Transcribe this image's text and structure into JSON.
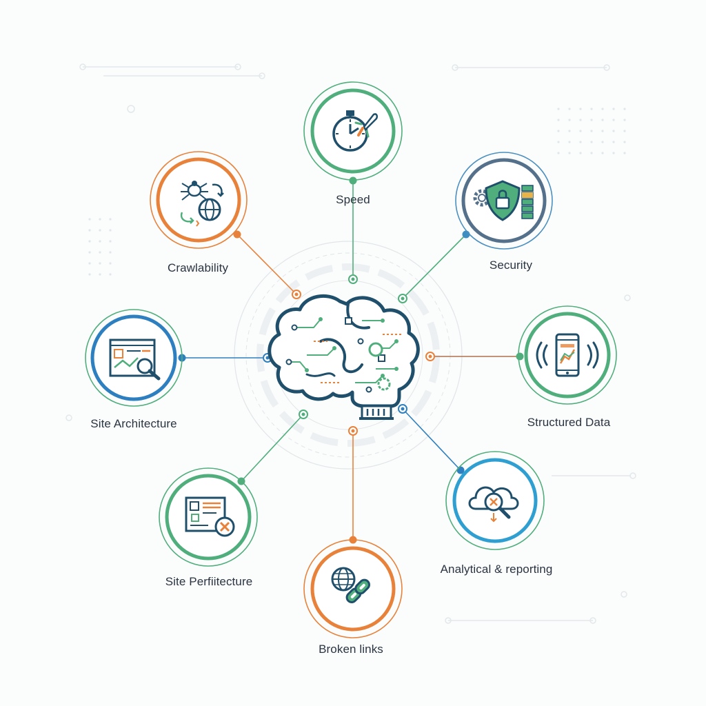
{
  "colors": {
    "navy": "#1f4f6b",
    "green": "#4fae7c",
    "orange": "#e8823a",
    "blue": "#2e7fbf",
    "slate": "#55708a",
    "teal": "#3aa0a8",
    "line_gray": "#c9d1d6"
  },
  "center": {
    "icon": "brain-circuit-icon"
  },
  "nodes": [
    {
      "id": "speed",
      "label": "Speed",
      "icon": "stopwatch-rocket-icon",
      "ring_color": "#4fae7c",
      "line_color": "#4fae7c"
    },
    {
      "id": "security",
      "label": "Security",
      "icon": "shield-lock-gear-icon",
      "ring_color": "#55708a",
      "line_color": "#4fae7c"
    },
    {
      "id": "structured",
      "label": "Structured Data",
      "icon": "phone-chart-icon",
      "ring_color": "#4fae7c",
      "line_color": "#b0704a"
    },
    {
      "id": "analytical",
      "label": "Analytical & reporting",
      "icon": "cloud-search-icon",
      "ring_color": "#2e9fd0",
      "line_color": "#2e7fbf"
    },
    {
      "id": "broken",
      "label": "Broken links",
      "icon": "globe-chain-icon",
      "ring_color": "#e8823a",
      "line_color": "#e8823a"
    },
    {
      "id": "perf",
      "label": "Site Perfiitecture",
      "icon": "document-error-icon",
      "ring_color": "#4fae7c",
      "line_color": "#4fae7c"
    },
    {
      "id": "arch",
      "label": "Site Architecture",
      "icon": "browser-search-icon",
      "ring_color": "#2e7fbf",
      "line_color": "#2e7fbf"
    },
    {
      "id": "crawl",
      "label": "Crawlability",
      "icon": "spider-globe-icon",
      "ring_color": "#e8823a",
      "line_color": "#e8823a"
    }
  ]
}
